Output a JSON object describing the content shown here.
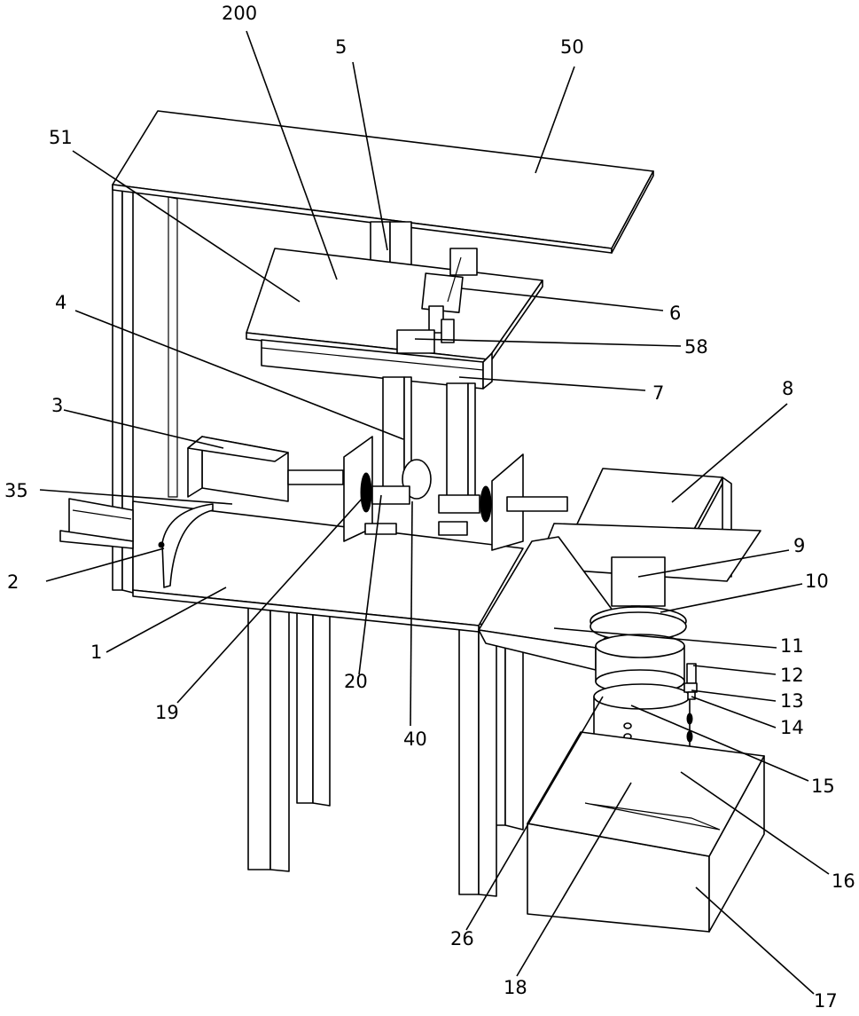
{
  "figure": {
    "type": "patent-mechanical-drawing",
    "stroke_color": "#000000",
    "background_color": "#ffffff",
    "reference_numerals": [
      {
        "id": "200",
        "label": "200"
      },
      {
        "id": "5",
        "label": "5"
      },
      {
        "id": "50",
        "label": "50"
      },
      {
        "id": "51",
        "label": "51"
      },
      {
        "id": "6",
        "label": "6"
      },
      {
        "id": "4",
        "label": "4"
      },
      {
        "id": "58",
        "label": "58"
      },
      {
        "id": "7",
        "label": "7"
      },
      {
        "id": "8",
        "label": "8"
      },
      {
        "id": "3",
        "label": "3"
      },
      {
        "id": "35",
        "label": "35"
      },
      {
        "id": "9",
        "label": "9"
      },
      {
        "id": "2",
        "label": "2"
      },
      {
        "id": "10",
        "label": "10"
      },
      {
        "id": "1",
        "label": "1"
      },
      {
        "id": "11",
        "label": "11"
      },
      {
        "id": "12",
        "label": "12"
      },
      {
        "id": "20",
        "label": "20"
      },
      {
        "id": "13",
        "label": "13"
      },
      {
        "id": "19",
        "label": "19"
      },
      {
        "id": "14",
        "label": "14"
      },
      {
        "id": "40",
        "label": "40"
      },
      {
        "id": "15",
        "label": "15"
      },
      {
        "id": "16",
        "label": "16"
      },
      {
        "id": "26",
        "label": "26"
      },
      {
        "id": "17",
        "label": "17"
      },
      {
        "id": "18",
        "label": "18"
      }
    ]
  }
}
